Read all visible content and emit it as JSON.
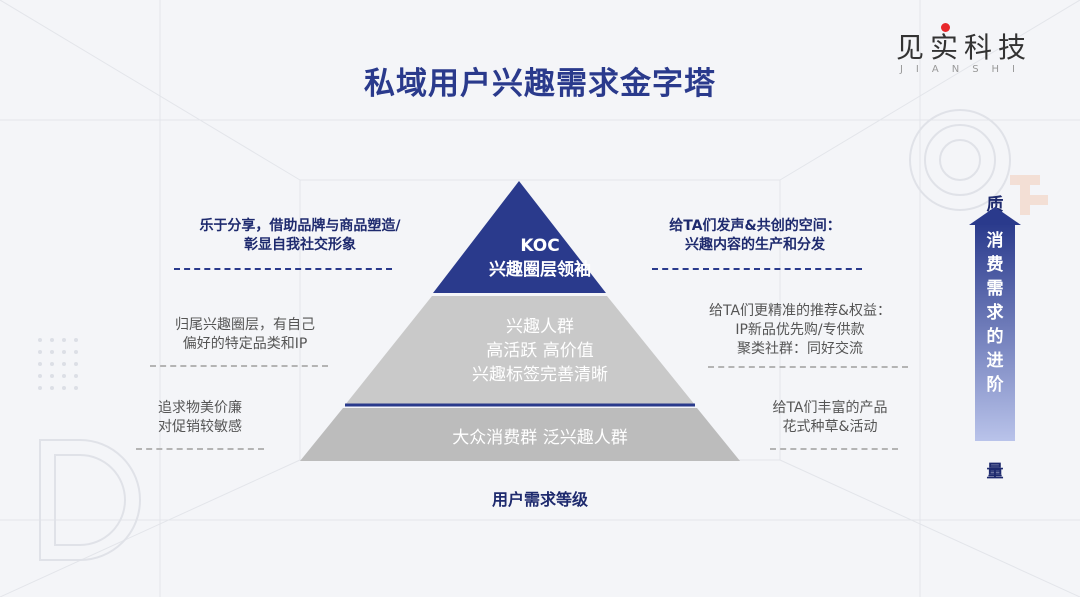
{
  "title": "私域用户兴趣需求金字塔",
  "logo": {
    "name": "见实科技",
    "sub": "JIANSHI",
    "accent_color": "#e8282b"
  },
  "pyramid": {
    "top": {
      "lines": [
        "KOC",
        "兴趣圈层领袖"
      ],
      "color": "#2a3a8c"
    },
    "middle": {
      "lines": [
        "兴趣人群",
        "高活跃 高价值",
        "兴趣标签完善清晰"
      ],
      "color": "#c9c9c9"
    },
    "base": {
      "lines": [
        "大众消费群 泛兴趣人群"
      ],
      "color": "#bcbcbc"
    }
  },
  "left_notes": [
    {
      "lines": [
        "乐于分享，借助品牌与商品塑造/",
        "彰显自我社交形象"
      ]
    },
    {
      "lines": [
        "归尾兴趣圈层，有自己",
        "偏好的特定品类和IP"
      ]
    },
    {
      "lines": [
        "追求物美价廉",
        "对促销较敏感"
      ]
    }
  ],
  "right_notes": [
    {
      "lines": [
        "给TA们发声&共创的空间：",
        "兴趣内容的生产和分发"
      ]
    },
    {
      "lines": [
        "给TA们更精准的推荐&权益：",
        "IP新品优先购/专供款",
        "聚类社群：同好交流"
      ]
    },
    {
      "lines": [
        "给TA们丰富的产品",
        "花式种草&活动"
      ]
    }
  ],
  "bottom_label": "用户需求等级",
  "axis": {
    "top": "质",
    "bar_chars": [
      "消",
      "费",
      "需",
      "求",
      "的",
      "进",
      "阶"
    ],
    "bottom": "量"
  }
}
